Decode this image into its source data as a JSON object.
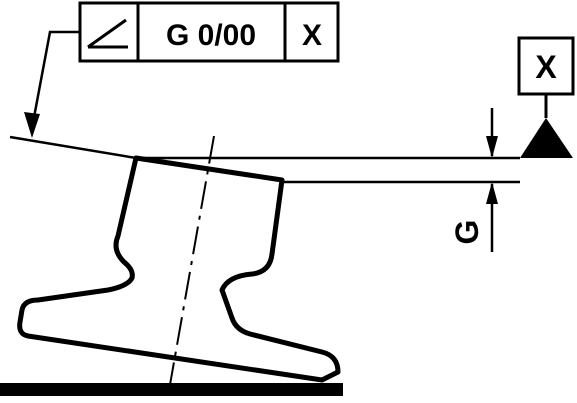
{
  "feature_control_frame": {
    "symbol": "angularity-icon",
    "tolerance": "G 0/00",
    "datum": "X"
  },
  "datum_feature": {
    "label": "X"
  },
  "dimension": {
    "label": "G"
  },
  "colors": {
    "ink": "#000000",
    "background": "#ffffff"
  }
}
